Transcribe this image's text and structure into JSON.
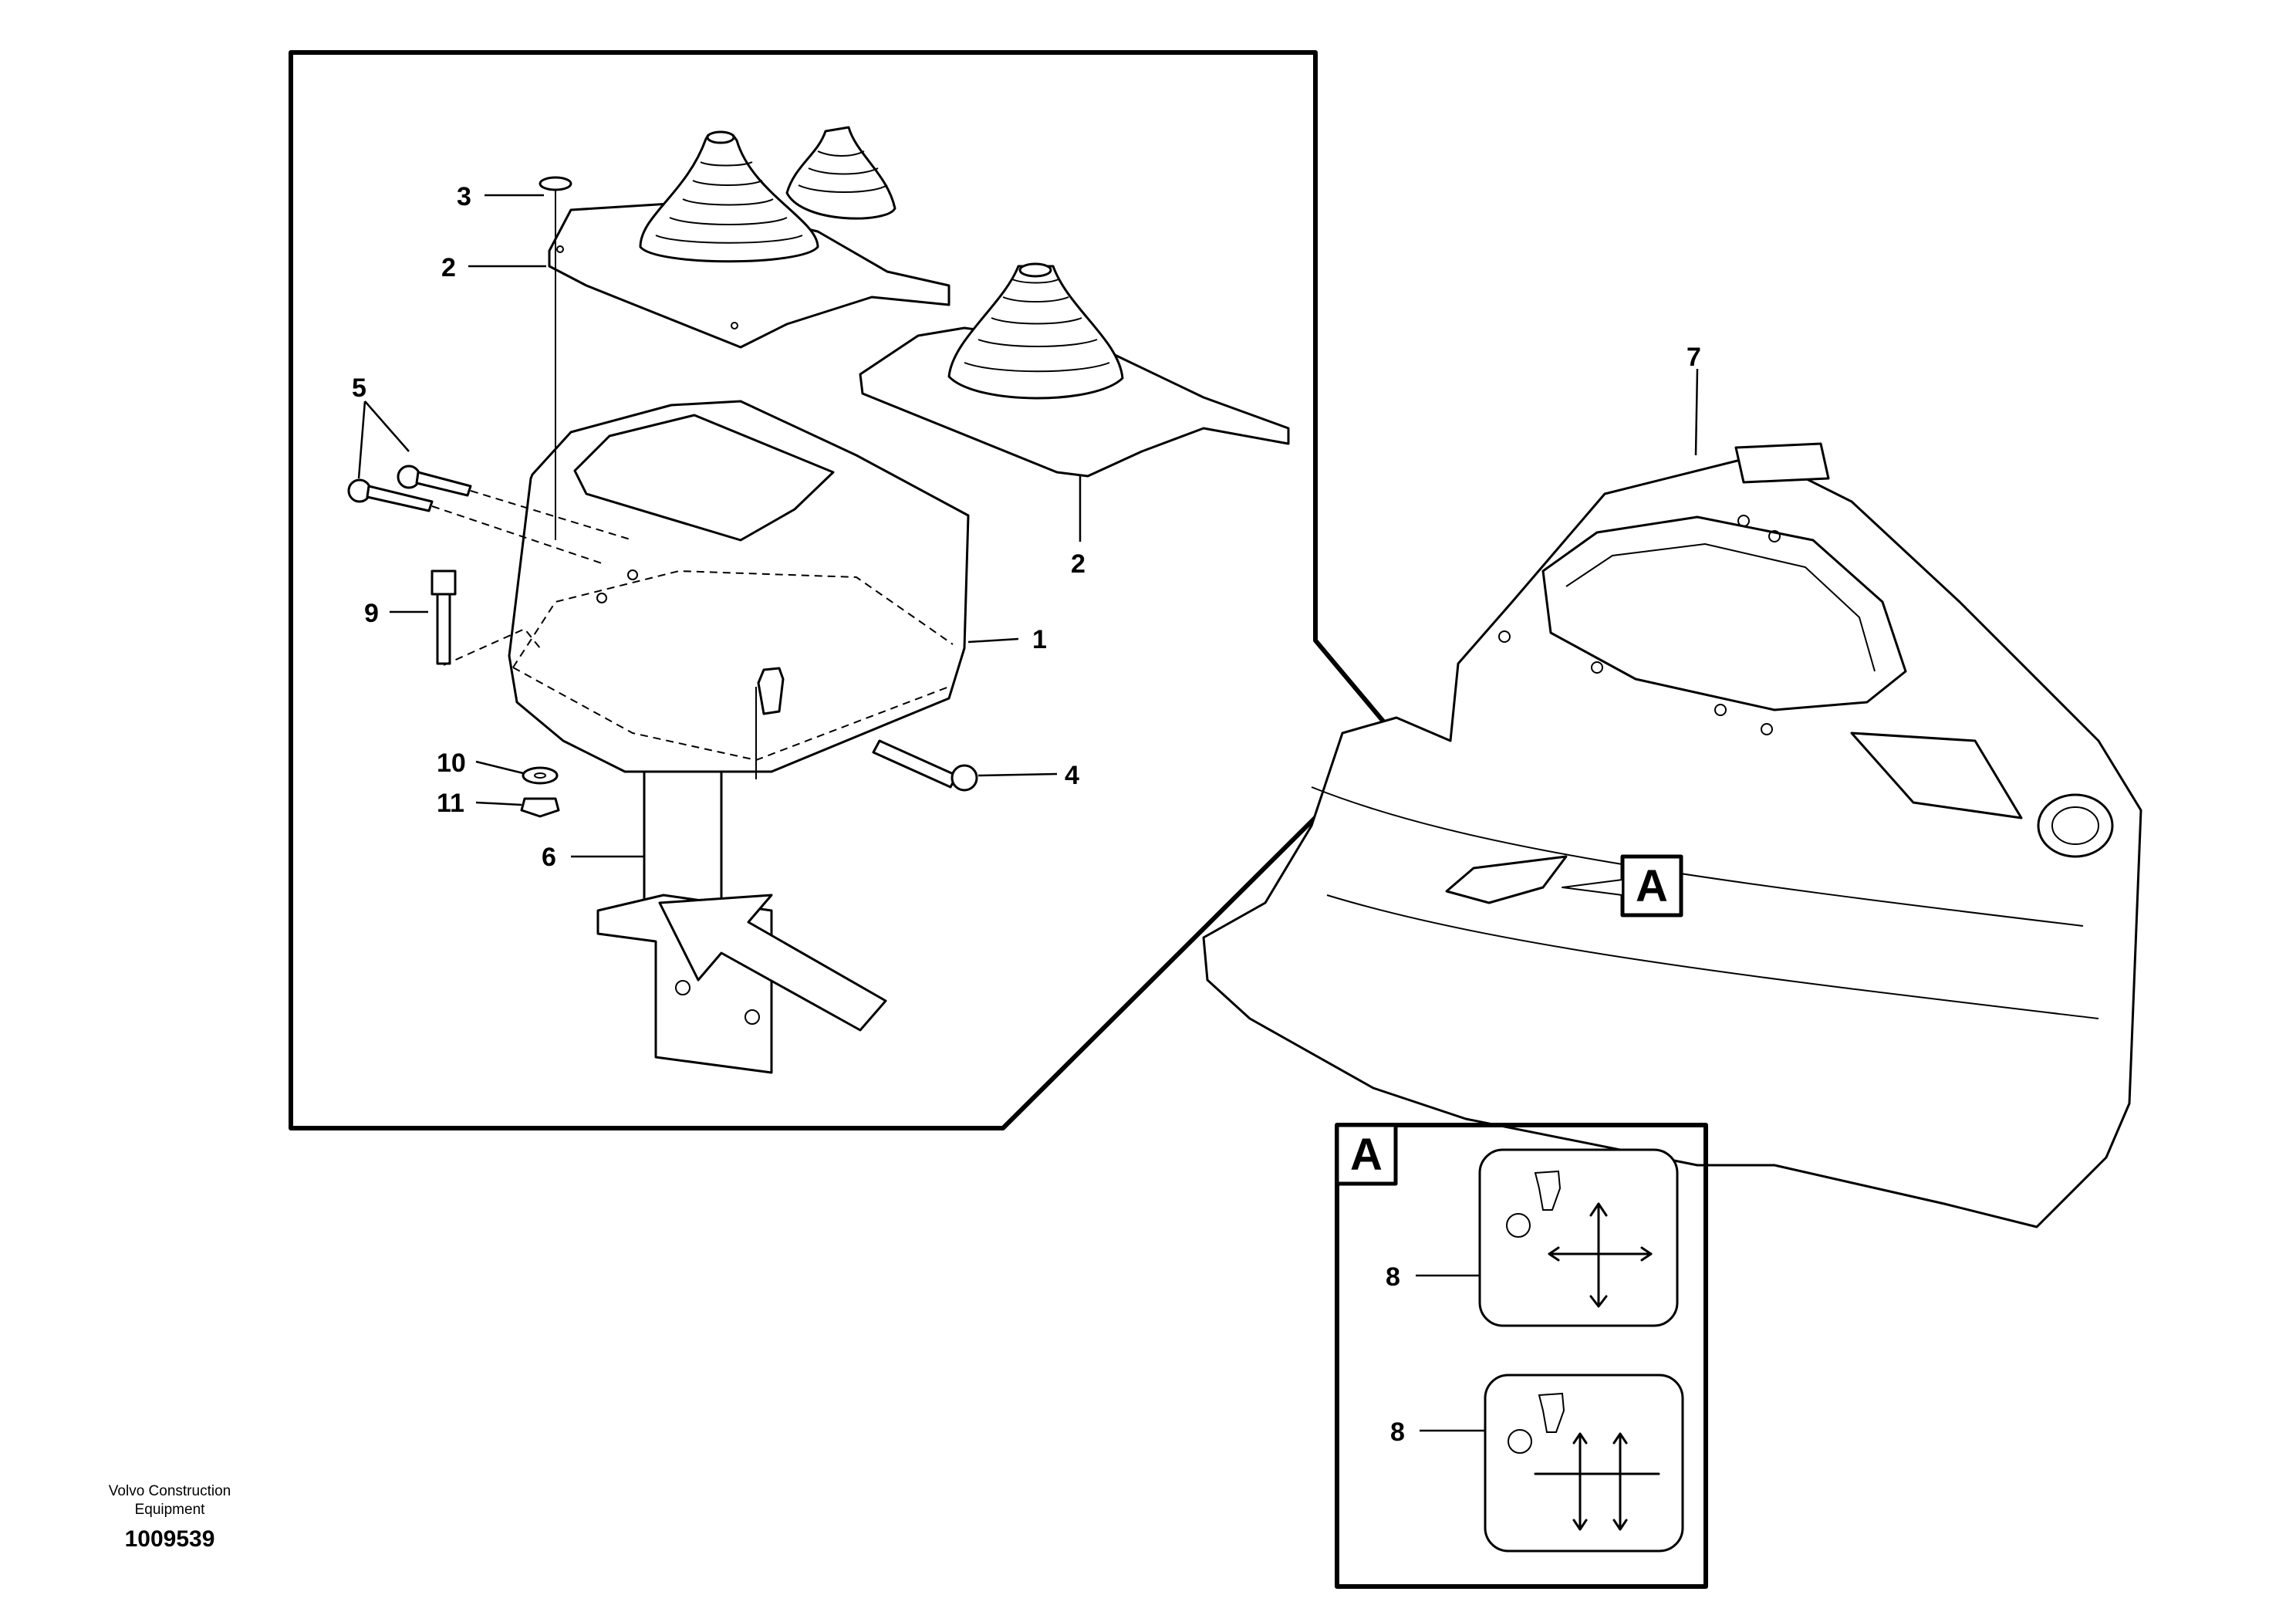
{
  "labels": {
    "l1": "1",
    "l2a": "2",
    "l2b": "2",
    "l3": "3",
    "l4": "4",
    "l5": "5",
    "l6": "6",
    "l7": "7",
    "l8a": "8",
    "l8b": "8",
    "l9": "9",
    "l10": "10",
    "l11": "11",
    "view_a_marker": "A",
    "view_a_inset": "A"
  },
  "footer": {
    "line1": "Volvo Construction",
    "line2": "Equipment",
    "number": "1009539"
  }
}
